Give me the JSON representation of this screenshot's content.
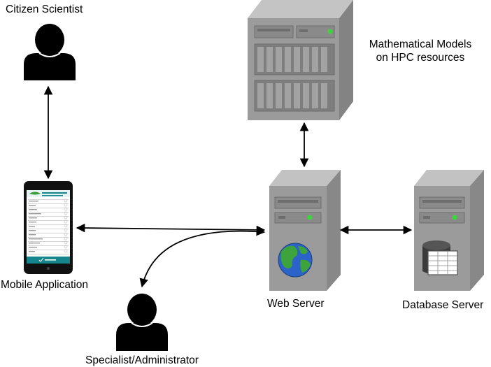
{
  "labels": {
    "citizen_scientist": "Citizen Scientist",
    "models_line1": "Mathematical Models",
    "models_line2": "on HPC resources",
    "mobile_application": "Mobile Application",
    "web_server": "Web Server",
    "database_server": "Database Server",
    "specialist": "Specialist/Administrator"
  },
  "icons": {
    "person": "person-icon",
    "phone": "smartphone-icon",
    "hpc": "hpc-server-rack-icon",
    "server": "tower-server-icon",
    "globe": "globe-icon",
    "database": "database-icon"
  },
  "colors": {
    "server_front": "#9b9b9b",
    "server_side": "#8a8a8a",
    "server_top": "#c2c2c2",
    "led_green": "#3cd63c",
    "phone_teal": "#17858c",
    "person": "#000000",
    "globe_ocean": "#2b63c9",
    "globe_land": "#3da33d"
  }
}
